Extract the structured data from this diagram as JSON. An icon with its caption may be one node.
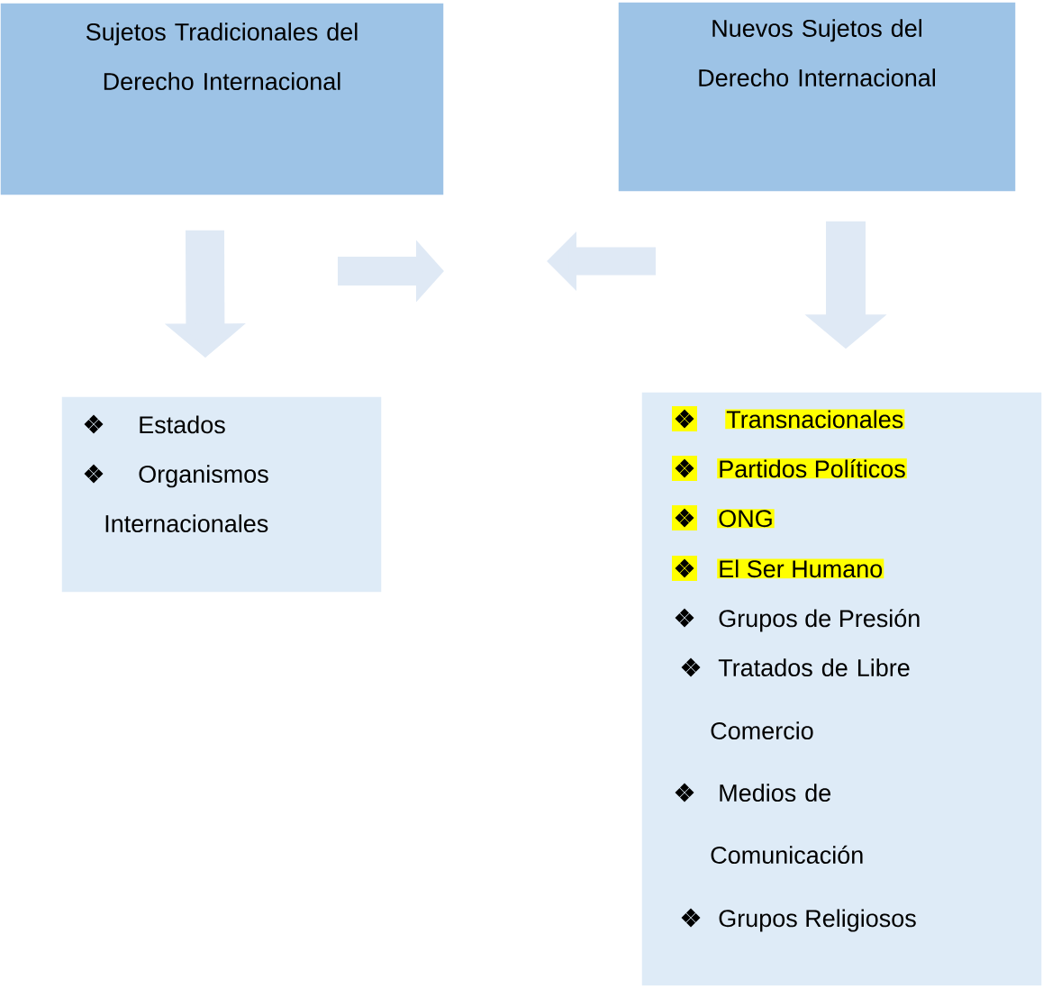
{
  "diagram": {
    "nodes": [
      {
        "text": [
          "Sujetos Tradicionales del Derecho Internacional"
        ]
      },
      {
        "text": [
          "Nuevos Sujetos del Derecho Internacional"
        ]
      },
      {
        "text": [
          "Estados",
          "Organismos Internacionales"
        ]
      },
      {
        "text": [
          "Transnacionales",
          "Partidos Políticos",
          "ONG",
          "El Ser Humano",
          "Grupos de Presión",
          "Tratados de Libre Comercio",
          "Medios de Comunicación",
          "Grupos Religiosos"
        ]
      }
    ],
    "edges": [
      {
        "from": 0,
        "to": 2,
        "arrow": "to"
      },
      {
        "from": 1,
        "to": 3,
        "arrow": "to"
      }
    ]
  }
}
